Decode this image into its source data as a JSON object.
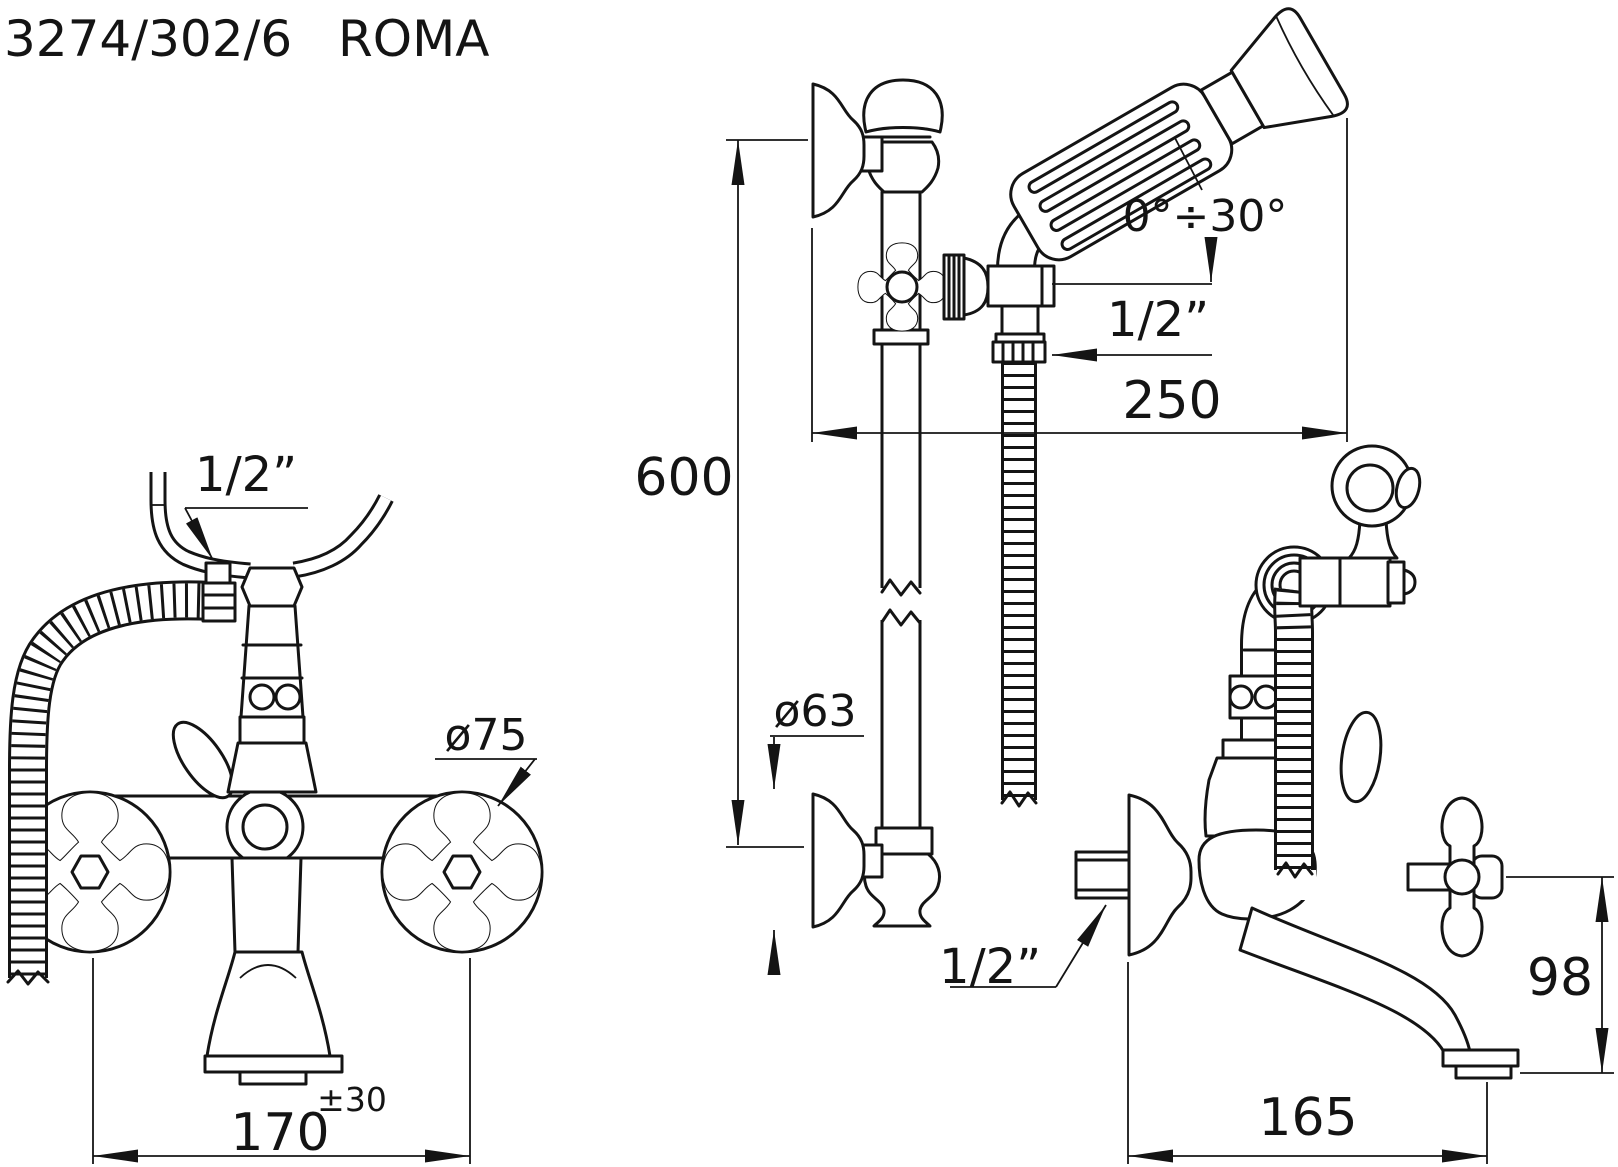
{
  "title": {
    "model": "3274/302/6",
    "name": "ROMA"
  },
  "colors": {
    "ink": "#141414",
    "background": "#ffffff"
  },
  "front_view": {
    "description": "bath mixer front view with cross handles, diverter and hand-shower cradle",
    "connection_size": "1/2”",
    "handle_diameter": "ø75",
    "center_distance": "170",
    "tolerance": "±30"
  },
  "rail_view": {
    "description": "wall bar with sliding hand-shower holder",
    "bar_height": "600",
    "projection": "250",
    "pivot_angle": "0°÷30°",
    "hose_connection": "1/2”",
    "flange_diameter": "ø63"
  },
  "side_view": {
    "description": "bath mixer side view with spout and hook cradle",
    "inlet_connection": "1/2”",
    "spout_height": "98",
    "spout_reach": "165"
  }
}
